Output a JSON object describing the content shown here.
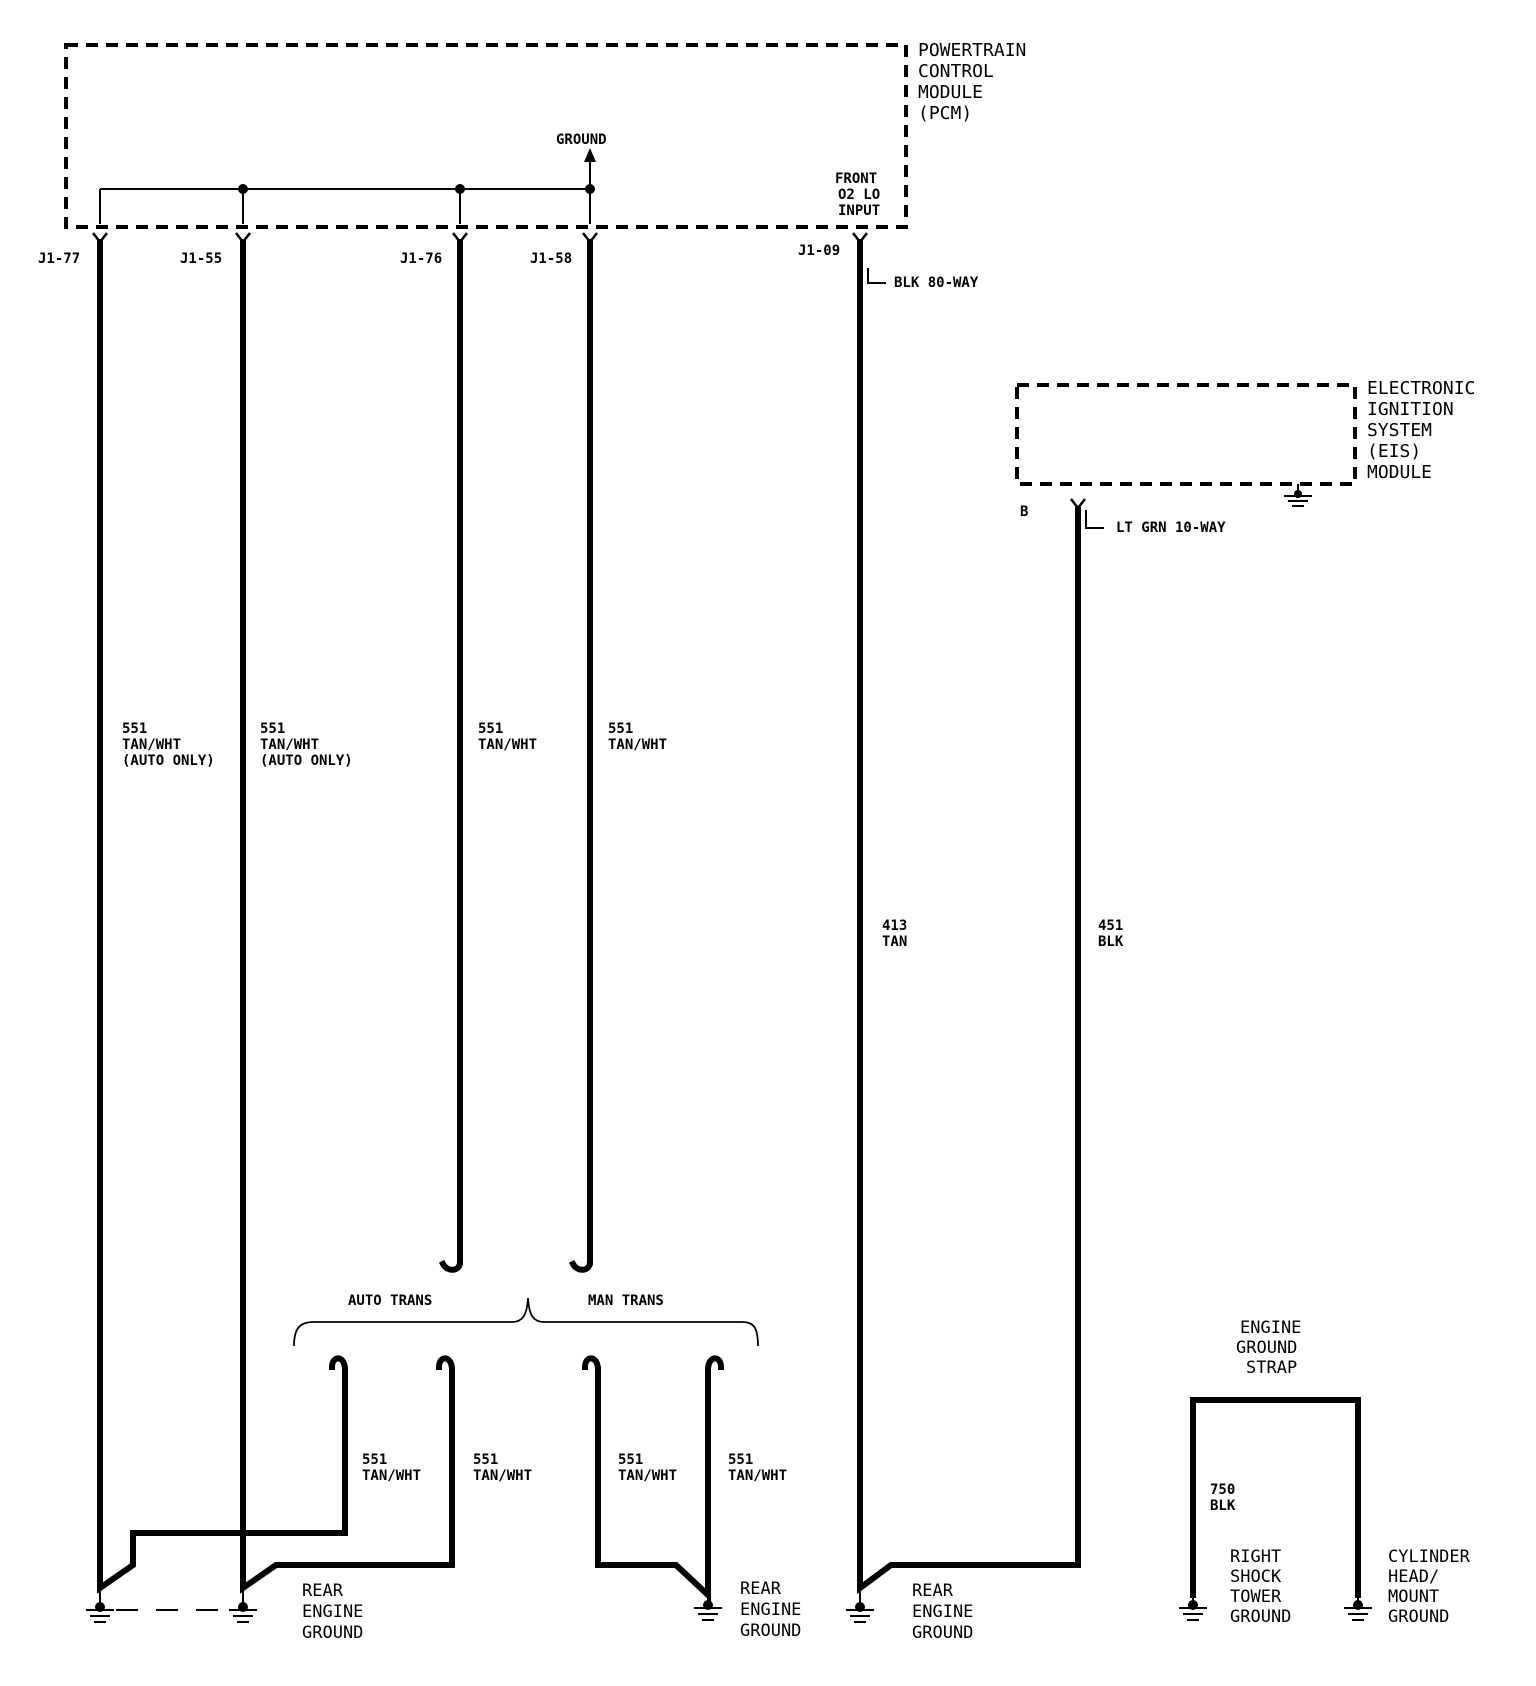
{
  "pcm": {
    "title_lines": [
      "POWERTRAIN",
      "CONTROL",
      "MODULE",
      "(PCM)"
    ],
    "ground_label": "GROUND",
    "front_o2_lines": [
      "FRONT",
      "O2 LO",
      "INPUT"
    ],
    "connector_label": "BLK 80-WAY"
  },
  "eis": {
    "title_lines": [
      "ELECTRONIC",
      "IGNITION",
      "SYSTEM",
      "(EIS)",
      "MODULE"
    ],
    "pin": "B",
    "connector_label": "LT GRN 10-WAY"
  },
  "pins": [
    "J1-77",
    "J1-55",
    "J1-76",
    "J1-58",
    "J1-09"
  ],
  "circuits": {
    "c1": [
      "551",
      "TAN/WHT",
      "(AUTO ONLY)"
    ],
    "c2": [
      "551",
      "TAN/WHT",
      "(AUTO ONLY)"
    ],
    "c3": [
      "551",
      "TAN/WHT"
    ],
    "c4": [
      "551",
      "TAN/WHT"
    ],
    "c5": [
      "413",
      "TAN"
    ],
    "c6": [
      "451",
      "BLK"
    ],
    "b1": [
      "551",
      "TAN/WHT"
    ],
    "b2": [
      "551",
      "TAN/WHT"
    ],
    "b3": [
      "551",
      "TAN/WHT"
    ],
    "b4": [
      "551",
      "TAN/WHT"
    ],
    "strap": [
      "750",
      "BLK"
    ]
  },
  "options": {
    "auto": "AUTO TRANS",
    "man": "MAN TRANS"
  },
  "grounds": {
    "rear1": [
      "REAR",
      "ENGINE",
      "GROUND"
    ],
    "rear2": [
      "REAR",
      "ENGINE",
      "GROUND"
    ],
    "rear3": [
      "REAR",
      "ENGINE",
      "GROUND"
    ],
    "strap_title": [
      "ENGINE",
      "GROUND",
      "STRAP"
    ],
    "shock": [
      "RIGHT",
      "SHOCK",
      "TOWER",
      "GROUND"
    ],
    "cyl": [
      "CYLINDER",
      "HEAD/",
      "MOUNT",
      "GROUND"
    ]
  }
}
